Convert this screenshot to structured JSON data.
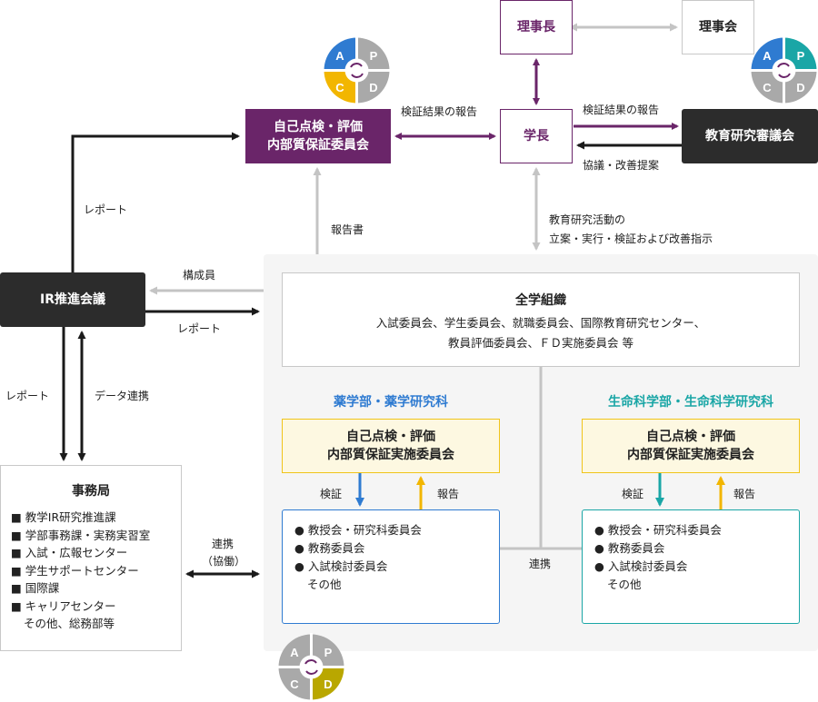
{
  "colors": {
    "purple": "#6a2569",
    "dark": "#2c2c2c",
    "blue": "#2f7bd1",
    "teal": "#1aa6a6",
    "yellow": "#f2b600",
    "grey_arrow": "#c8c8c8",
    "olive": "#b9a700"
  },
  "top": {
    "chair": "理事長",
    "board": "理事会",
    "president": "学長",
    "council": "教育研究審議会"
  },
  "committee": {
    "line1": "自己点検・評価",
    "line2": "内部質保証委員会"
  },
  "ir": {
    "label": "IR推進会議"
  },
  "labels": {
    "report_left": "レポート",
    "verify_report_left": "検証結果の報告",
    "verify_report_right": "検証結果の報告",
    "proposal": "協議・改善提案",
    "report_doc": "報告書",
    "instruction_1": "教育研究活動の",
    "instruction_2": "立案・実行・検証および改善指示",
    "members": "構成員",
    "report_ir": "レポート",
    "report_down": "レポート",
    "data_link": "データ連携",
    "cooperation_1": "連携",
    "cooperation_2": "（協働）",
    "link_center": "連携"
  },
  "org": {
    "title": "全学組織",
    "line1": "入試委員会、学生委員会、就職委員会、国際教育研究センター、",
    "line2": "教員評価委員会、ＦＤ実施委員会 等"
  },
  "pharmacy": {
    "title": "薬学部・薬学研究科",
    "committee_line1": "自己点検・評価",
    "committee_line2": "内部質保証実施委員会",
    "verify": "検証",
    "report": "報告",
    "items": [
      "教授会・研究科委員会",
      "教務委員会",
      "入試検討委員会"
    ],
    "other": "その他"
  },
  "life": {
    "title": "生命科学部・生命科学研究科",
    "committee_line1": "自己点検・評価",
    "committee_line2": "内部質保証実施委員会",
    "verify": "検証",
    "report": "報告",
    "items": [
      "教授会・研究科委員会",
      "教務委員会",
      "入試検討委員会"
    ],
    "other": "その他"
  },
  "office": {
    "title": "事務局",
    "items": [
      "教学IR研究推進課",
      "学部事務課・実務実習室",
      "入試・広報センター",
      "学生サポートセンター",
      "国際課",
      "キャリアセンター"
    ],
    "other": "その他、総務部等"
  },
  "pdca": {
    "A": "A",
    "P": "P",
    "C": "C",
    "D": "D"
  }
}
